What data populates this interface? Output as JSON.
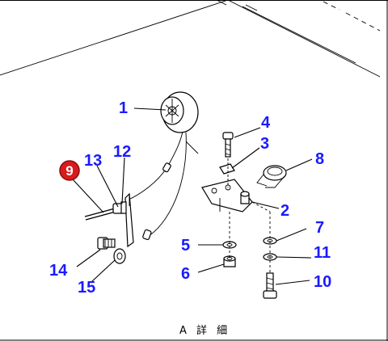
{
  "diagram": {
    "caption": "A 詳 細",
    "highlight": {
      "label": "9",
      "color": "#d81b1b"
    },
    "callout_color": "#1a1aff",
    "callouts": [
      {
        "id": "1",
        "label": "1"
      },
      {
        "id": "2",
        "label": "2"
      },
      {
        "id": "3",
        "label": "3"
      },
      {
        "id": "4",
        "label": "4"
      },
      {
        "id": "5",
        "label": "5"
      },
      {
        "id": "6",
        "label": "6"
      },
      {
        "id": "7",
        "label": "7"
      },
      {
        "id": "8",
        "label": "8"
      },
      {
        "id": "10",
        "label": "10"
      },
      {
        "id": "11",
        "label": "11"
      },
      {
        "id": "12",
        "label": "12"
      },
      {
        "id": "13",
        "label": "13"
      },
      {
        "id": "14",
        "label": "14"
      },
      {
        "id": "15",
        "label": "15"
      }
    ]
  }
}
